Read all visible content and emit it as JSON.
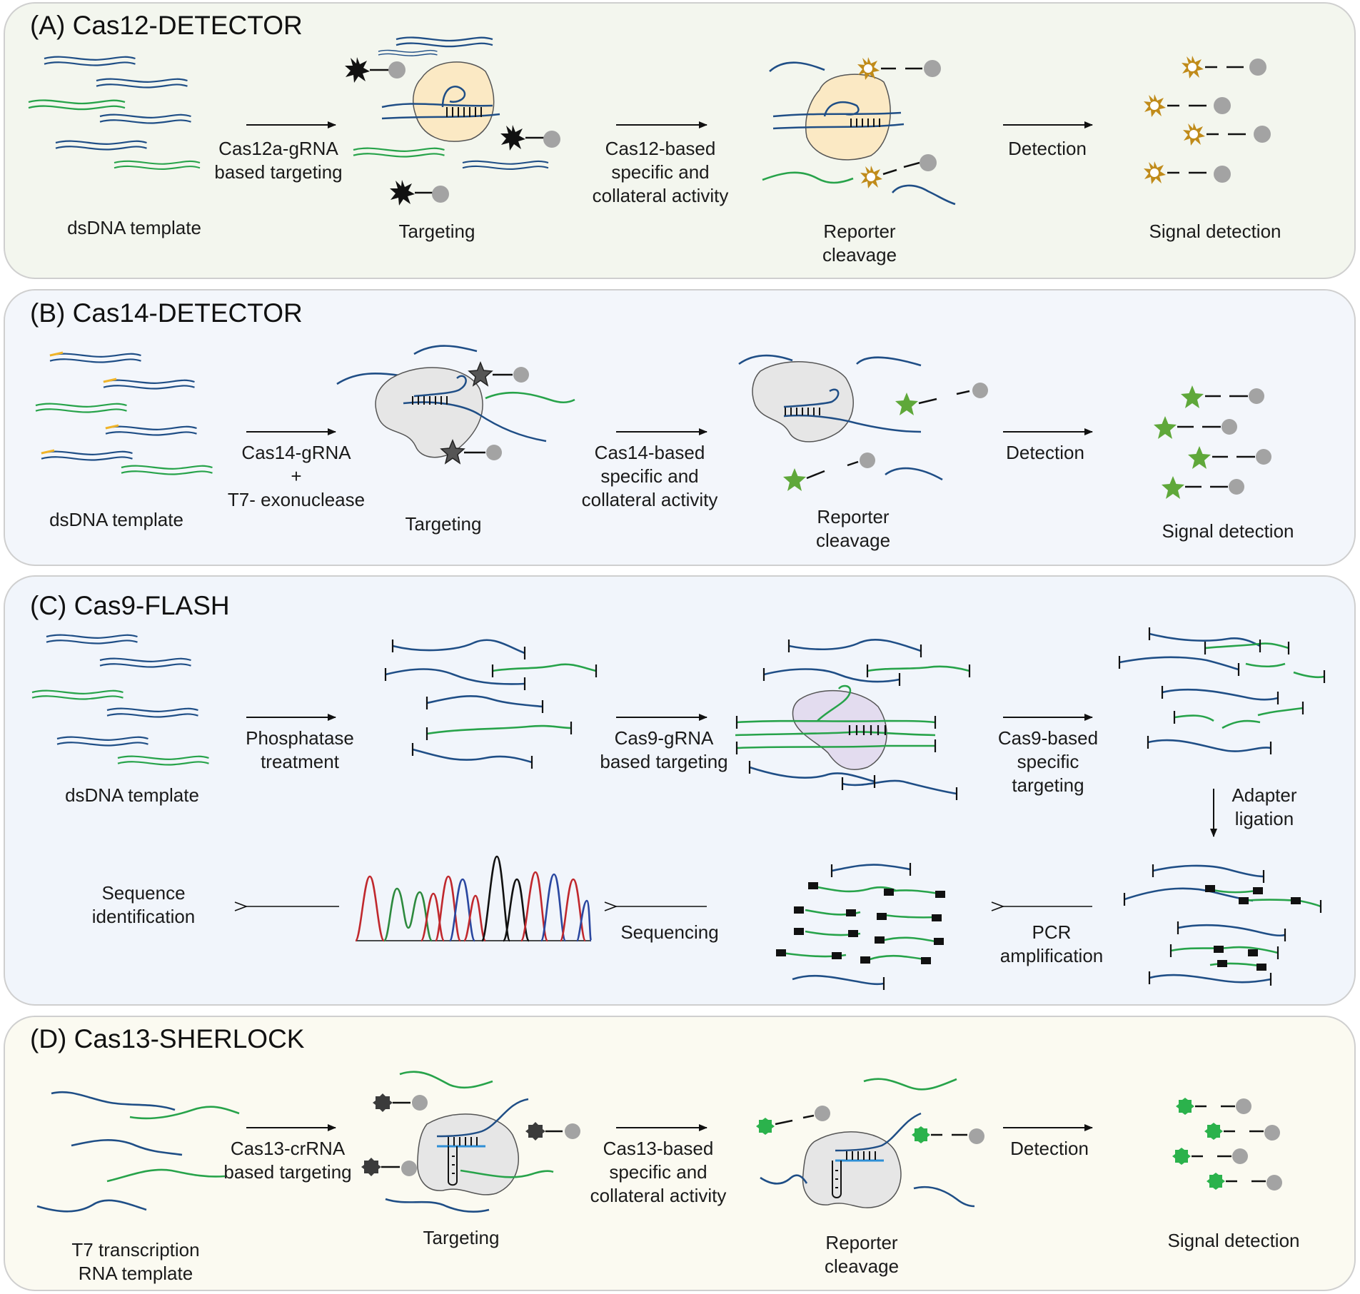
{
  "panels": {
    "a": {
      "title": "(A) Cas12-DETECTOR",
      "color": "#f3f6ee"
    },
    "b": {
      "title": "(B) Cas14-DETECTOR",
      "color": "#f3f6fb"
    },
    "c": {
      "title": "(C) Cas9-FLASH",
      "color": "#f1f5fb"
    },
    "d": {
      "title": "(D) Cas13-SHERLOCK",
      "color": "#fbfaf1"
    }
  },
  "labels": {
    "a": {
      "template": "dsDNA template",
      "arrow1": [
        "Cas12a-gRNA",
        "based targeting"
      ],
      "targeting": "Targeting",
      "arrow2": [
        "Cas12-based",
        "specific and",
        "collateral activity"
      ],
      "cleavage": [
        "Reporter",
        "cleavage"
      ],
      "arrow3": "Detection",
      "signal": "Signal detection"
    },
    "b": {
      "template": "dsDNA template",
      "arrow1": [
        "Cas14-gRNA",
        "+",
        "T7- exonuclease"
      ],
      "targeting": "Targeting",
      "arrow2": [
        "Cas14-based",
        "specific and",
        "collateral activity"
      ],
      "cleavage": [
        "Reporter",
        "cleavage"
      ],
      "arrow3": "Detection",
      "signal": "Signal detection"
    },
    "c": {
      "template": "dsDNA template",
      "arrow1": [
        "Phosphatase",
        "treatment"
      ],
      "arrow2": [
        "Cas9-gRNA",
        "based targeting"
      ],
      "arrow3": [
        "Cas9-based",
        "specific",
        "targeting"
      ],
      "arrow4": [
        "Adapter",
        "ligation"
      ],
      "arrow5": [
        "PCR",
        "amplification"
      ],
      "arrow6": "Sequencing",
      "result": [
        "Sequence",
        "identification"
      ]
    },
    "d": {
      "template": [
        "T7 transcription",
        "RNA template"
      ],
      "arrow1": [
        "Cas13-crRNA",
        "based targeting"
      ],
      "targeting": "Targeting",
      "arrow2": [
        "Cas13-based",
        "specific and",
        "collateral activity"
      ],
      "cleavage": [
        "Reporter",
        "cleavage"
      ],
      "arrow3": "Detection",
      "signal": "Signal detection"
    }
  },
  "colors": {
    "strand_blue": "#1f4e86",
    "strand_green": "#27a34a",
    "primer_yellow": "#f0b429",
    "protein_yellow": "#fbe9c4",
    "protein_gray": "#e6e6e6",
    "protein_purple": "#e3dcef",
    "quencher": "#a3a3a3",
    "fluor_gold": "#c08b1a",
    "fluor_green": "#5fa83a",
    "fluor_bright_green": "#2bb24c",
    "trace_red": "#c0282d",
    "trace_blue": "#2a47a0",
    "trace_green": "#2d8a3e",
    "trace_black": "#111111"
  },
  "icons": [
    "starburst-reporter-icon",
    "star-reporter-icon",
    "quencher-dot-icon",
    "cas-protein-icon",
    "chromatogram-icon",
    "arrow-icon"
  ]
}
